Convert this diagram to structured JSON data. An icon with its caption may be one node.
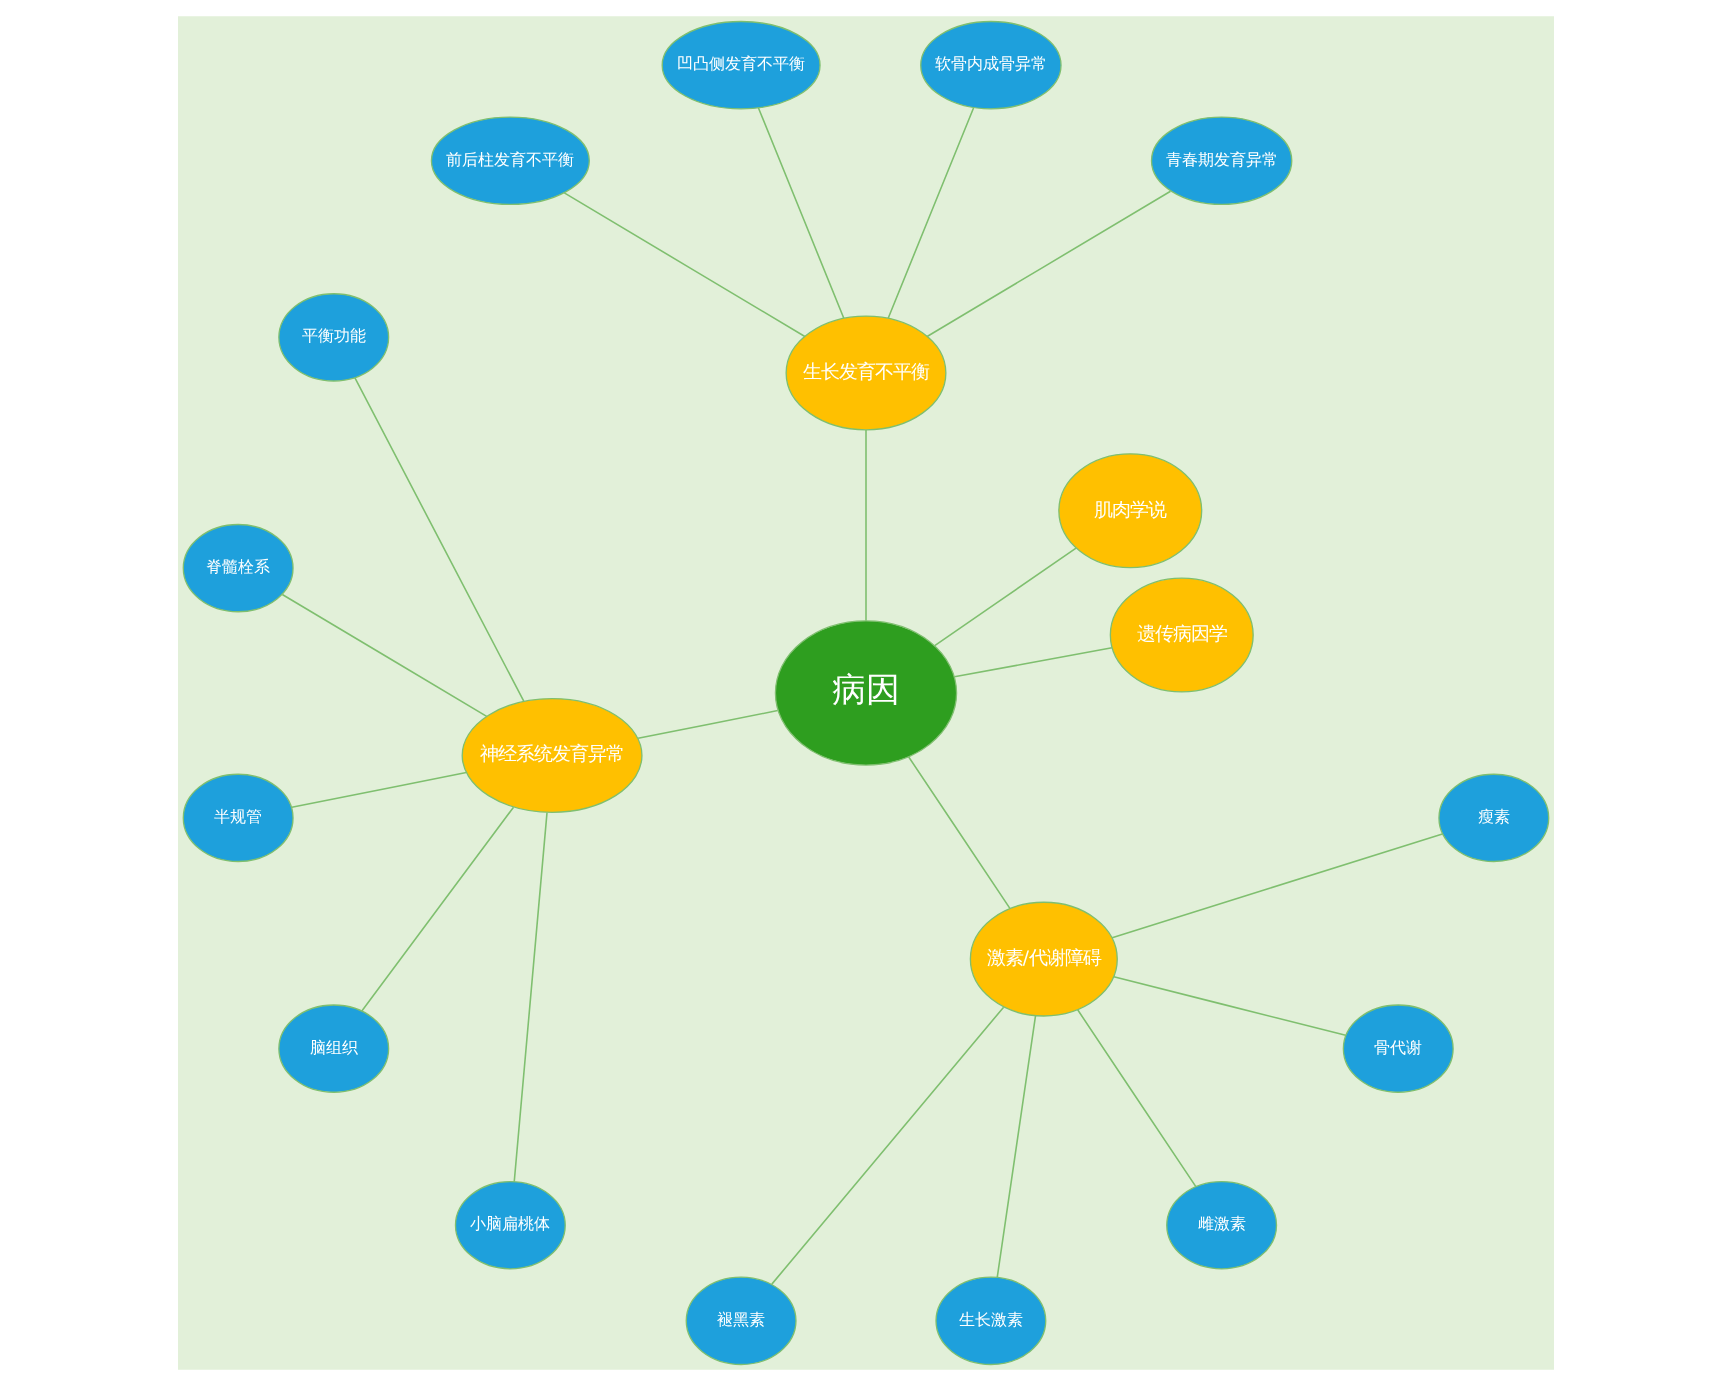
{
  "diagram": {
    "nodes": [
      {
        "text": [
          "病因"
        ]
      },
      {
        "text": [
          "遗传病因学"
        ]
      },
      {
        "text": [
          "肌肉学说"
        ]
      },
      {
        "text": [
          "生长发育不平衡"
        ]
      },
      {
        "text": [
          "青春期发育异常"
        ]
      },
      {
        "text": [
          "软骨内成骨异常"
        ]
      },
      {
        "text": [
          "凹凸侧发育不平衡"
        ]
      },
      {
        "text": [
          "前后柱发育不平衡"
        ]
      },
      {
        "text": [
          "神经系统发育异常"
        ]
      },
      {
        "text": [
          "平衡功能"
        ]
      },
      {
        "text": [
          "脊髓栓系"
        ]
      },
      {
        "text": [
          "半规管"
        ]
      },
      {
        "text": [
          "脑组织"
        ]
      },
      {
        "text": [
          "小脑扁桃体"
        ]
      },
      {
        "text": [
          "激素/代谢障碍"
        ]
      },
      {
        "text": [
          "褪黑素"
        ]
      },
      {
        "text": [
          "生长激素"
        ]
      },
      {
        "text": [
          "雌激素"
        ]
      },
      {
        "text": [
          "骨代谢"
        ]
      },
      {
        "text": [
          "瘦素"
        ]
      }
    ],
    "edges": [
      {
        "from": 0,
        "to": 1,
        "arrow": "none"
      },
      {
        "from": 0,
        "to": 2,
        "arrow": "none"
      },
      {
        "from": 0,
        "to": 3,
        "arrow": "none"
      },
      {
        "from": 3,
        "to": 4,
        "arrow": "none"
      },
      {
        "from": 3,
        "to": 5,
        "arrow": "none"
      },
      {
        "from": 3,
        "to": 6,
        "arrow": "none"
      },
      {
        "from": 3,
        "to": 7,
        "arrow": "none"
      },
      {
        "from": 0,
        "to": 8,
        "arrow": "none"
      },
      {
        "from": 8,
        "to": 9,
        "arrow": "none"
      },
      {
        "from": 8,
        "to": 10,
        "arrow": "none"
      },
      {
        "from": 8,
        "to": 11,
        "arrow": "none"
      },
      {
        "from": 8,
        "to": 12,
        "arrow": "none"
      },
      {
        "from": 8,
        "to": 13,
        "arrow": "none"
      },
      {
        "from": 0,
        "to": 14,
        "arrow": "none"
      },
      {
        "from": 14,
        "to": 15,
        "arrow": "none"
      },
      {
        "from": 14,
        "to": 16,
        "arrow": "none"
      },
      {
        "from": 14,
        "to": 17,
        "arrow": "none"
      },
      {
        "from": 14,
        "to": 18,
        "arrow": "none"
      },
      {
        "from": 14,
        "to": 19,
        "arrow": "none"
      }
    ]
  }
}
